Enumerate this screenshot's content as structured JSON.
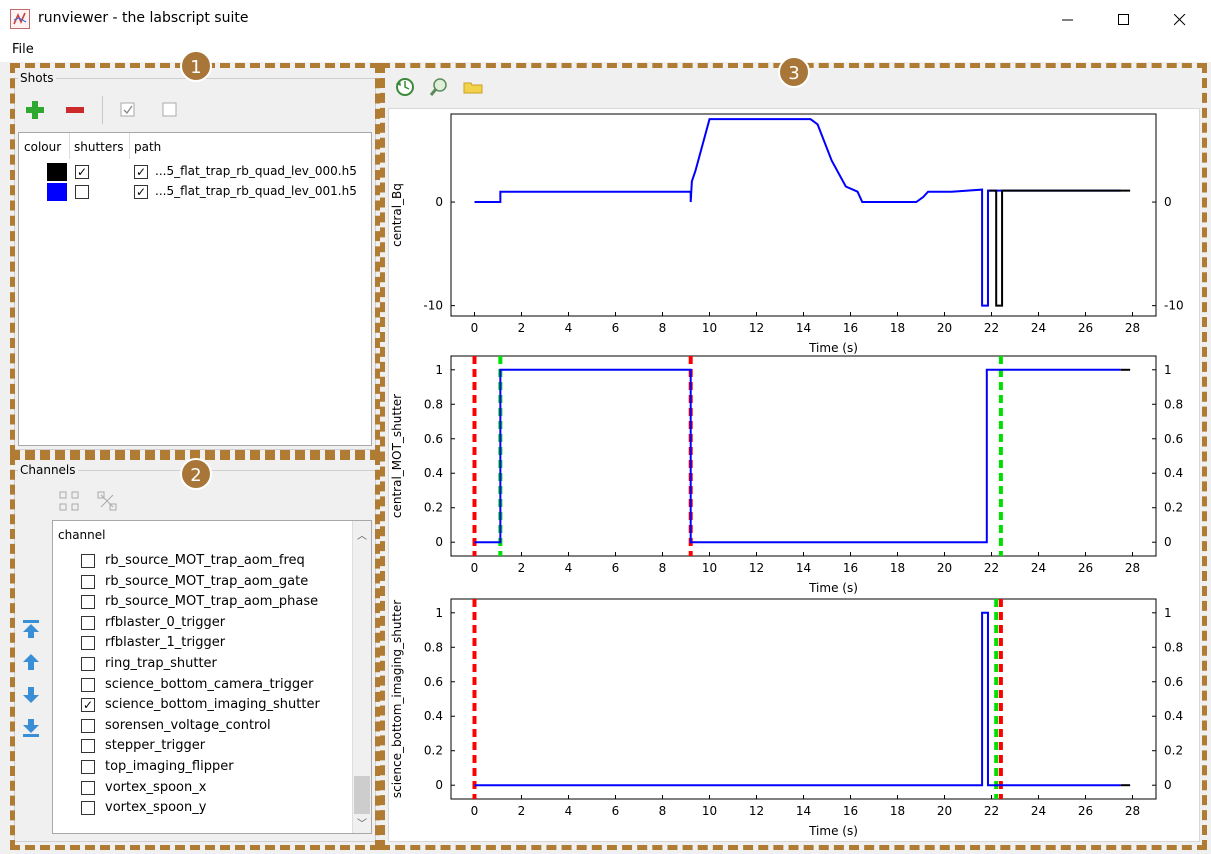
{
  "window": {
    "title": "runviewer - the labscript suite"
  },
  "menu": {
    "file": "File"
  },
  "shots": {
    "title": "Shots",
    "columns": [
      "colour",
      "shutters",
      "path"
    ],
    "rows": [
      {
        "colour": "#000000",
        "shutters": true,
        "checked": true,
        "path": "...5_flat_trap_rb_quad_lev_000.h5"
      },
      {
        "colour": "#0000ff",
        "shutters": false,
        "checked": true,
        "path": "...5_flat_trap_rb_quad_lev_001.h5"
      }
    ]
  },
  "channels": {
    "title": "Channels",
    "header": "channel",
    "items": [
      {
        "name": "rb_source_MOT_trap_aom_freq",
        "checked": false
      },
      {
        "name": "rb_source_MOT_trap_aom_gate",
        "checked": false
      },
      {
        "name": "rb_source_MOT_trap_aom_phase",
        "checked": false
      },
      {
        "name": "rfblaster_0_trigger",
        "checked": false
      },
      {
        "name": "rfblaster_1_trigger",
        "checked": false
      },
      {
        "name": "ring_trap_shutter",
        "checked": false
      },
      {
        "name": "science_bottom_camera_trigger",
        "checked": false
      },
      {
        "name": "science_bottom_imaging_shutter",
        "checked": true
      },
      {
        "name": "sorensen_voltage_control",
        "checked": false
      },
      {
        "name": "stepper_trigger",
        "checked": false
      },
      {
        "name": "top_imaging_flipper",
        "checked": false
      },
      {
        "name": "vortex_spoon_x",
        "checked": false
      },
      {
        "name": "vortex_spoon_y",
        "checked": false
      }
    ]
  },
  "annotations": [
    "1",
    "2",
    "3"
  ],
  "colors": {
    "annotation": "#b07c33",
    "shot0": "#000000",
    "shot1": "#0000ff",
    "marker_red": "#ff0000",
    "marker_green": "#00e000"
  },
  "icons": [
    "add-icon",
    "remove-icon",
    "check-all-icon",
    "uncheck-all-icon",
    "reset-zoom-icon",
    "zoom-icon",
    "folder-icon",
    "move-top-icon",
    "move-up-icon",
    "move-down-icon",
    "move-bottom-icon"
  ],
  "chart_data": [
    {
      "type": "line",
      "ylabel": "central_Bq",
      "xlabel": "Time (s)",
      "xlim": [
        -1,
        29
      ],
      "ylim": [
        -11,
        8.5
      ],
      "xticks": [
        0,
        2,
        4,
        6,
        8,
        10,
        12,
        14,
        16,
        18,
        20,
        22,
        24,
        26,
        28
      ],
      "yticks": [
        0,
        -10
      ],
      "series": [
        {
          "color": "#0000ff",
          "x": [
            0,
            1.1,
            1.1,
            9.2,
            9.2,
            9.25,
            9.4,
            10,
            14.3,
            14.6,
            15.2,
            15.8,
            16.3,
            16.5,
            18.8,
            19.1,
            19.3,
            20.3,
            21.6,
            21.6,
            21.85,
            21.85,
            27.5
          ],
          "y": [
            0,
            0,
            1,
            1,
            0,
            2,
            3,
            8,
            8,
            7.5,
            4,
            1.5,
            1,
            0,
            0,
            0.5,
            1,
            1,
            1.2,
            -10,
            -10,
            1.1,
            1.1
          ]
        },
        {
          "color": "#000000",
          "x": [
            21.9,
            22.2,
            22.2,
            22.45,
            22.45,
            27.9
          ],
          "y": [
            1.1,
            1.1,
            -10,
            -10,
            1.1,
            1.1
          ]
        }
      ]
    },
    {
      "type": "line",
      "ylabel": "central_MOT_shutter",
      "xlabel": "Time (s)",
      "xlim": [
        -1,
        29
      ],
      "ylim": [
        -0.08,
        1.08
      ],
      "xticks": [
        0,
        2,
        4,
        6,
        8,
        10,
        12,
        14,
        16,
        18,
        20,
        22,
        24,
        26,
        28
      ],
      "yticks": [
        0,
        0.2,
        0.4,
        0.6,
        0.8,
        1
      ],
      "red_markers": [
        0,
        9.2
      ],
      "green_markers": [
        1.1,
        22.4
      ],
      "series": [
        {
          "color": "#0000ff",
          "x": [
            0,
            1.1,
            1.1,
            9.2,
            9.2,
            21.8,
            21.8,
            27.5
          ],
          "y": [
            0,
            0,
            1,
            1,
            0,
            0,
            1,
            1
          ]
        },
        {
          "color": "#000000",
          "x": [
            27.5,
            27.9
          ],
          "y": [
            1,
            1
          ]
        }
      ]
    },
    {
      "type": "line",
      "ylabel": "science_bottom_imaging_shutter",
      "xlabel": "Time (s)",
      "xlim": [
        -1,
        29
      ],
      "ylim": [
        -0.08,
        1.08
      ],
      "xticks": [
        0,
        2,
        4,
        6,
        8,
        10,
        12,
        14,
        16,
        18,
        20,
        22,
        24,
        26,
        28
      ],
      "yticks": [
        0,
        0.2,
        0.4,
        0.6,
        0.8,
        1
      ],
      "red_markers": [
        0,
        22.4
      ],
      "green_markers": [
        22.2
      ],
      "series": [
        {
          "color": "#0000ff",
          "x": [
            0,
            21.6,
            21.6,
            21.85,
            21.85,
            27.5
          ],
          "y": [
            0,
            0,
            1,
            1,
            0,
            0
          ]
        },
        {
          "color": "#000000",
          "x": [
            27.5,
            27.9
          ],
          "y": [
            0,
            0
          ]
        }
      ]
    }
  ]
}
